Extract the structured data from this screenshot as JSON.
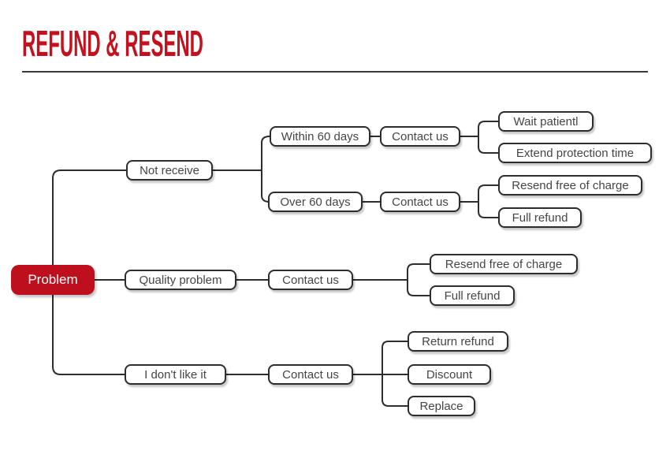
{
  "title": "REFUND & RESEND",
  "colors": {
    "accent": "#C1121E",
    "root_bg": "#BE0F1D",
    "root_text": "#ffffff",
    "line": "#2d2d2d",
    "box_border": "#2d2d2d",
    "box_text": "#454545",
    "rule": "#3a3a3a"
  },
  "tree": {
    "root": "Problem",
    "branch1": {
      "label": "Not receive",
      "case1": {
        "label": "Within 60 days",
        "action": "Contact us",
        "outcomes": [
          "Wait patientl",
          "Extend protection time"
        ]
      },
      "case2": {
        "label": "Over 60 days",
        "action": "Contact us",
        "outcomes": [
          "Resend free of charge",
          "Full refund"
        ]
      }
    },
    "branch2": {
      "label": "Quality problem",
      "action": "Contact us",
      "outcomes": [
        "Resend free of charge",
        "Full refund"
      ]
    },
    "branch3": {
      "label": "I don't like it",
      "action": "Contact us",
      "outcomes": [
        "Return refund",
        "Discount",
        "Replace"
      ]
    }
  }
}
